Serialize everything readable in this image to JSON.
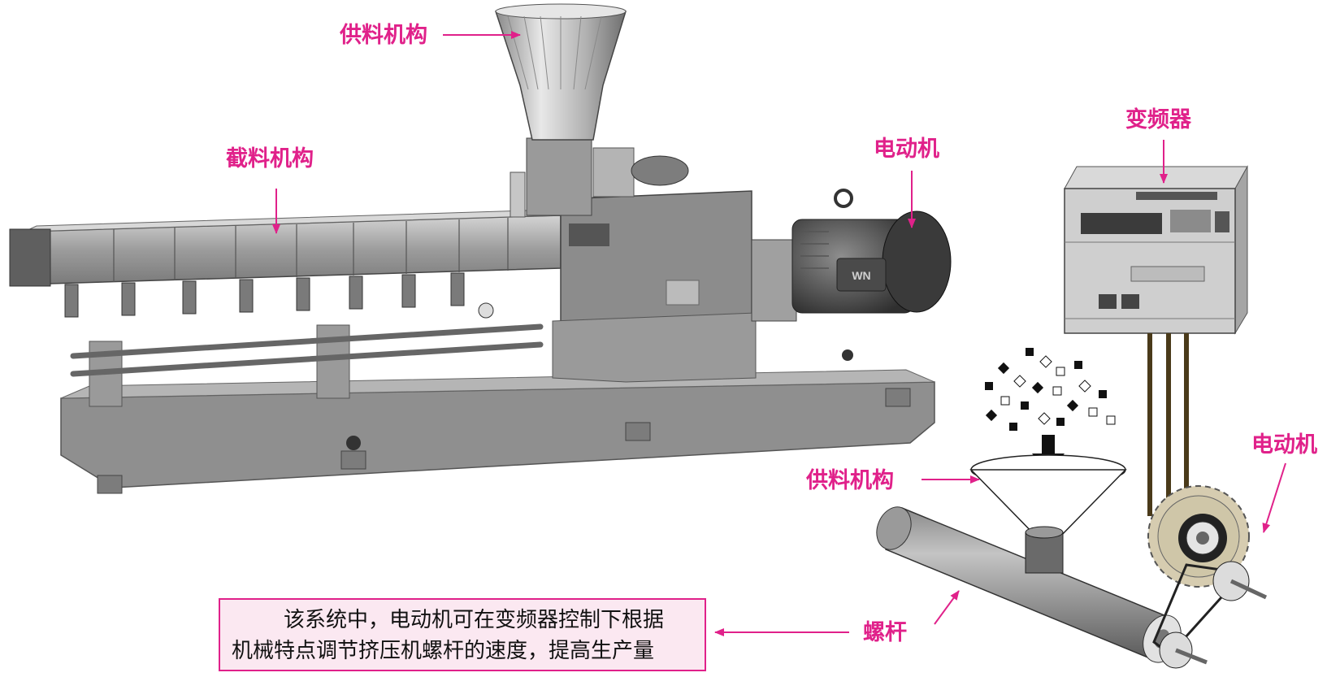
{
  "labels": {
    "feeder_top": "供料机构",
    "cutter": "截料机构",
    "motor_top": "电动机",
    "inverter": "变频器",
    "motor_side": "电动机",
    "feeder_side": "供料机构",
    "screw": "螺杆",
    "motor_badge": "WN"
  },
  "note": {
    "line1": "该系统中，电动机可在变频器控制下根据",
    "line2": "机械特点调节挤压机螺杆的速度，提高生产量"
  },
  "colors": {
    "accent": "#e0218a",
    "note_bg": "#fbe8f1",
    "metal_dark": "#6e6e6e",
    "metal_mid": "#9a9a9a",
    "metal_light": "#c8c8c8"
  }
}
